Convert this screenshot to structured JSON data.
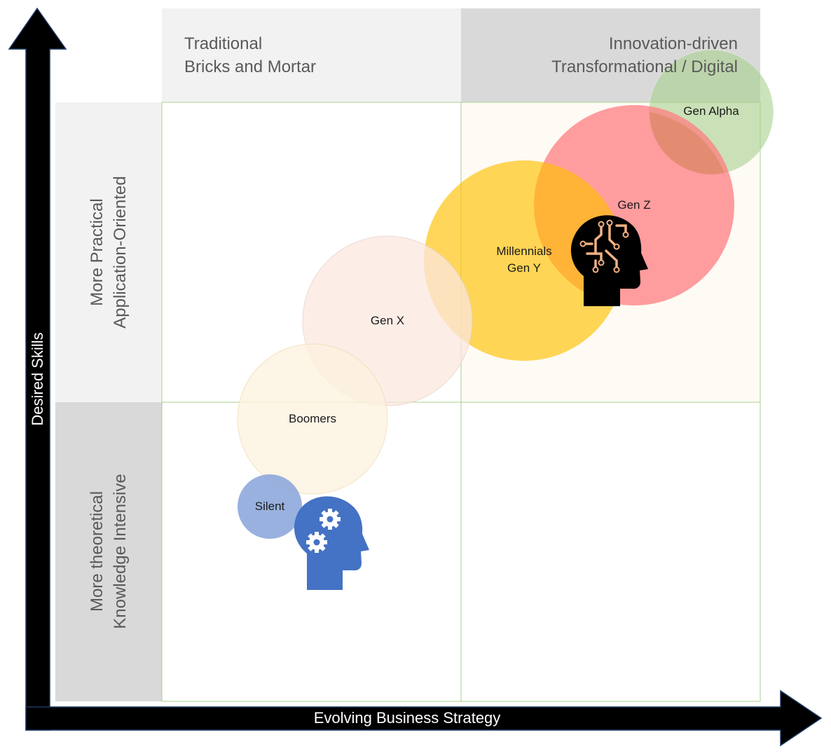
{
  "columns": {
    "left": {
      "line1": "Traditional",
      "line2": "Bricks and Mortar"
    },
    "right": {
      "line1": "Innovation-driven",
      "line2": "Transformational / Digital"
    }
  },
  "rows": {
    "top": {
      "line1": "More Practical",
      "line2": "Application-Oriented"
    },
    "bottom": {
      "line1": "More theoretical",
      "line2": "Knowledge Intensive"
    }
  },
  "axes": {
    "y": "Desired Skills",
    "x": "Evolving Business Strategy"
  },
  "generations": [
    {
      "id": "silent",
      "label": "Silent",
      "color": "#8EA9DB"
    },
    {
      "id": "boomers",
      "label": "Boomers",
      "color": "#FDF3DF"
    },
    {
      "id": "genx",
      "label": "Gen X",
      "color": "#FBE7DF"
    },
    {
      "id": "millennials",
      "label": "Millennials",
      "label2": "Gen Y",
      "color": "#FFC000"
    },
    {
      "id": "genz",
      "label": "Gen Z",
      "color": "#FF7C80"
    },
    {
      "id": "genalpha",
      "label": "Gen Alpha",
      "color": "#A9D18E"
    }
  ],
  "icons": {
    "gears_head": {
      "name": "gears-head-icon",
      "color": "#4472C4"
    },
    "circuit_head": {
      "name": "circuit-head-icon",
      "color": "#000000",
      "accent": "#F4B183"
    }
  }
}
